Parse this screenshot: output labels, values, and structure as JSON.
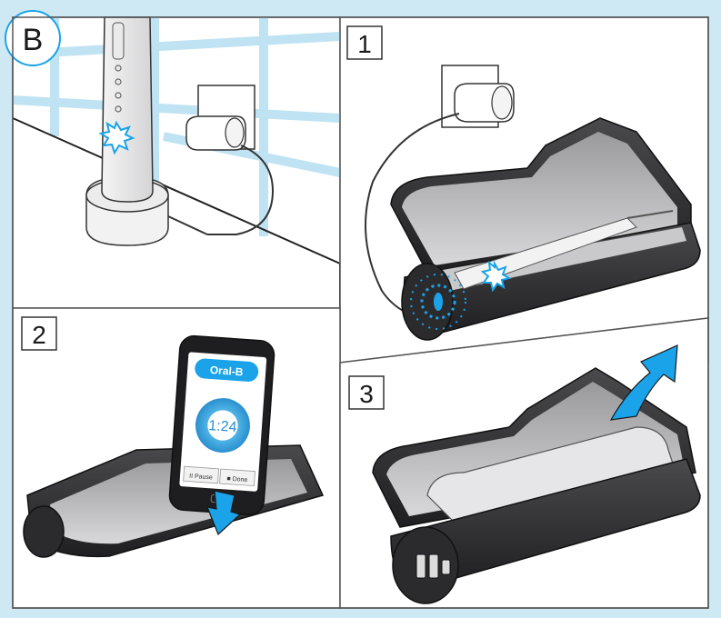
{
  "section": {
    "letter": "B"
  },
  "panels": [
    {
      "step": ""
    },
    {
      "step": "1"
    },
    {
      "step": "2"
    },
    {
      "step": "3"
    }
  ],
  "phone": {
    "brand": "Oral-B",
    "timer": "1:24",
    "buttons": [
      "II Pause",
      "■ Done"
    ]
  },
  "colors": {
    "accent": "#1aa3e8",
    "background": "#cfe9f4",
    "case_dark": "#2e2e30"
  }
}
